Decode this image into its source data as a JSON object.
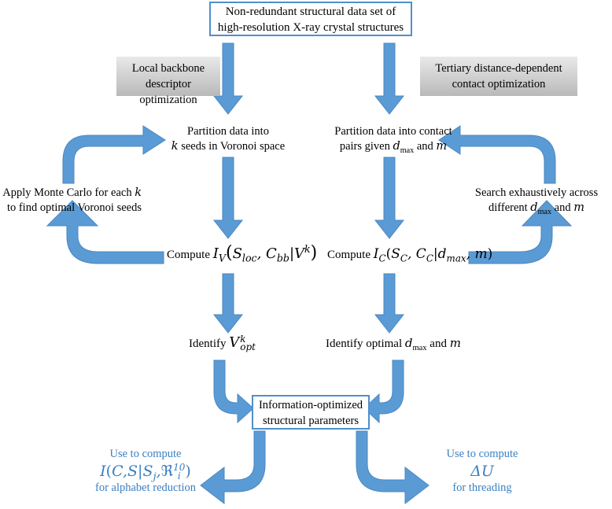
{
  "top_box": {
    "line1": "Non-redundant structural data set of",
    "line2": "high-resolution X-ray crystal structures"
  },
  "left_header": {
    "line1": "Local backbone descriptor",
    "line2": "optimization"
  },
  "right_header": {
    "line1": "Tertiary distance-dependent",
    "line2": "contact optimization"
  },
  "left": {
    "partition_l1": "Partition data into",
    "partition_l2": "seeds in Voronoi space",
    "partition_k": "k",
    "monte_l1": "Apply Monte Carlo for each",
    "monte_l2": "to find optimal Voronoi seeds",
    "monte_k": "k",
    "compute_prefix": "Compute",
    "compute_I": "I",
    "compute_V": "V",
    "compute_S": "S",
    "compute_S_sub": "loc",
    "compute_C": "C",
    "compute_C_sub": "bb",
    "compute_Vk": "V",
    "compute_Vk_sup": "k",
    "identify_prefix": "Identify",
    "identify_V": "V",
    "identify_sub": "opt",
    "identify_sup": "k"
  },
  "right": {
    "partition_l1": "Partition data into contact",
    "partition_l2a": "pairs given",
    "partition_d": "d",
    "partition_d_sub": "max",
    "partition_and": "and",
    "partition_m": "m",
    "search_l1": "Search exhaustively across",
    "search_l2a": "different",
    "search_d": "d",
    "search_d_sub": "max",
    "search_and": "and",
    "search_m": "m",
    "compute_prefix": "Compute",
    "compute_I": "I",
    "compute_I_sub": "C",
    "compute_S": "S",
    "compute_S_sub": "C",
    "compute_C": "C",
    "compute_C_sub": "C",
    "compute_d": "d",
    "compute_d_sub": "max",
    "compute_m": "m",
    "identify_l": "Identify optimal",
    "identify_d": "d",
    "identify_d_sub": "max",
    "identify_and": "and",
    "identify_m": "m"
  },
  "center_box": {
    "line1": "Information-optimized",
    "line2": "structural parameters"
  },
  "bottom_left": {
    "line1": "Use to compute",
    "math_I": "I",
    "math_C": "C",
    "math_S": "S",
    "math_Sj": "S",
    "math_Sj_sub": "j",
    "math_R": "ℜ",
    "math_R_sub": "i",
    "math_R_sup": "10",
    "line3": "for alphabet reduction"
  },
  "bottom_right": {
    "line1": "Use to compute",
    "math": "ΔU",
    "line3": "for threading"
  },
  "colors": {
    "arrow": "#5b9bd5",
    "arrow_stroke": "#4a87c0",
    "accent_text": "#3a7fc1",
    "box_border": "#4f8fcc"
  }
}
